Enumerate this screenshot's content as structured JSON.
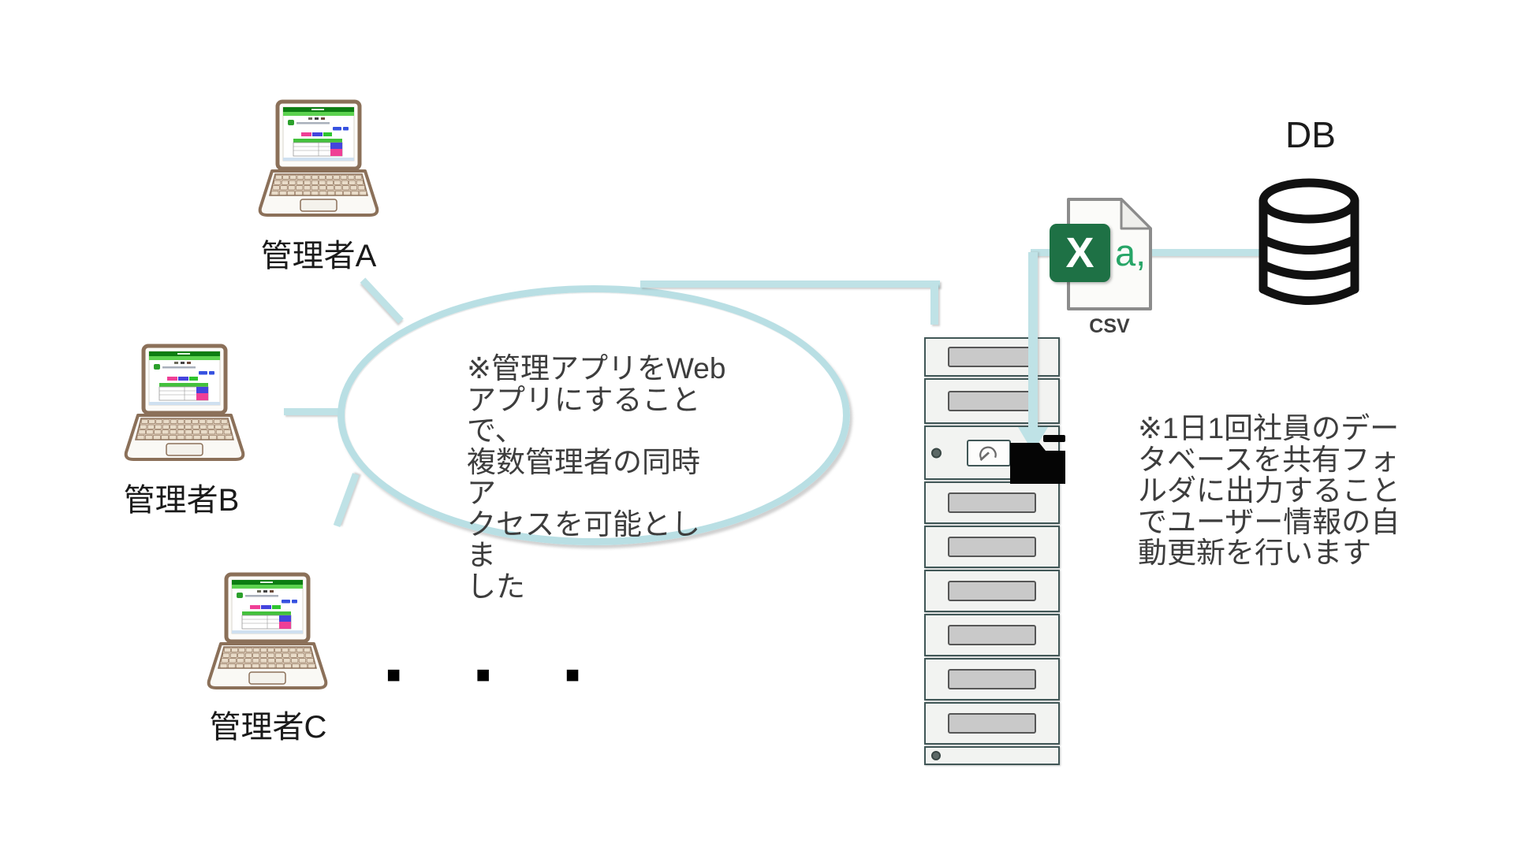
{
  "admins": [
    {
      "label": "管理者A"
    },
    {
      "label": "管理者B"
    },
    {
      "label": "管理者C"
    }
  ],
  "callout": {
    "text": "※管理アプリをWeb\nアプリにすることで、\n複数管理者の同時ア\nクセスを可能としま\nした"
  },
  "note": {
    "text": "※1日1回社員のデー\nタベースを共有フォ\nルダに出力すること\nでユーザー情報の自\n動更新を行います"
  },
  "csv": {
    "label": "CSV",
    "excel_letter": "X",
    "comma_text": "a,"
  },
  "db": {
    "label": "DB"
  },
  "more": {
    "dots": [
      "■",
      "■",
      "■"
    ]
  },
  "colors": {
    "connector": "#bfe2e6",
    "excel_green": "#1e7145",
    "csv_text_green": "#27a567",
    "rack_border": "#415757"
  }
}
